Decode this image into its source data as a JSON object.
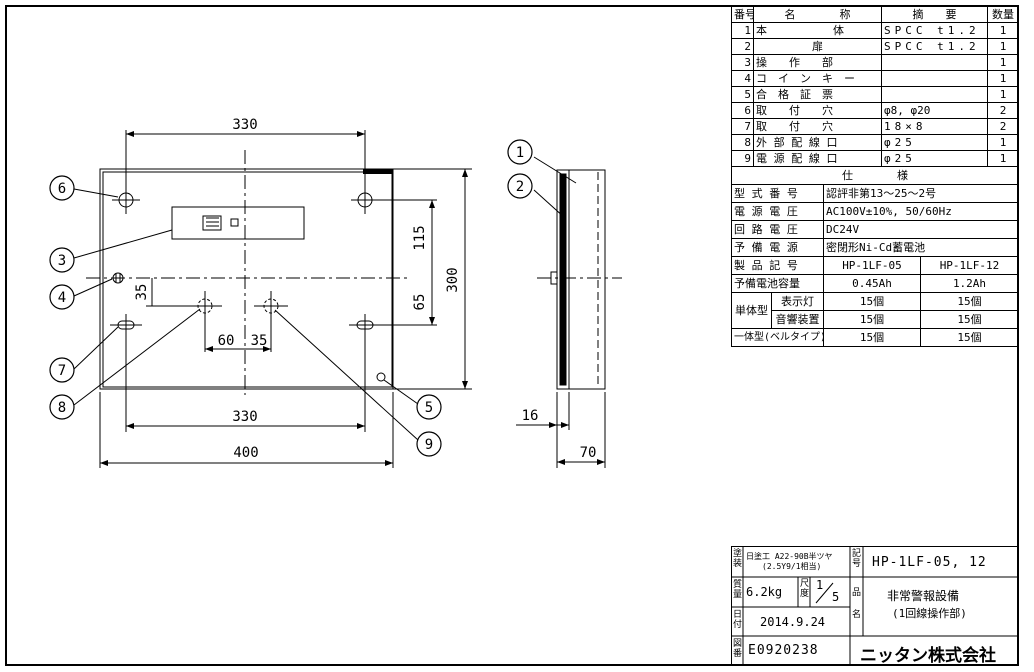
{
  "drawing": {
    "front_view": {
      "dims": {
        "top_width": "330",
        "bottom_width": "330",
        "overall_width": "400",
        "hole_pitch": "60",
        "hole_offset": "35",
        "left_vertical": "35",
        "right_upper": "115",
        "right_lower": "65",
        "height": "300"
      },
      "balloons": [
        "1",
        "2",
        "3",
        "4",
        "5",
        "6",
        "7",
        "8",
        "9"
      ]
    },
    "side_view": {
      "dims": {
        "depth": "70",
        "door": "16"
      }
    }
  },
  "parts_table": {
    "headers": {
      "no": "番号",
      "name": "名　　　　称",
      "spec": "摘　　要",
      "qty": "数量"
    },
    "rows": [
      {
        "no": "1",
        "name": "本　　　　　　体",
        "spec": "SPCC t1.2",
        "qty": "1"
      },
      {
        "no": "2",
        "name": "扉",
        "spec": "SPCC t1.2",
        "qty": "1"
      },
      {
        "no": "3",
        "name": "操　　作　　部",
        "spec": "",
        "qty": "1"
      },
      {
        "no": "4",
        "name": "コ　イ　ン　キ　ー",
        "spec": "",
        "qty": "1"
      },
      {
        "no": "5",
        "name": "合　格　証　票",
        "spec": "",
        "qty": "1"
      },
      {
        "no": "6",
        "name": "取　　付　　穴",
        "spec": "φ8, φ20",
        "qty": "2"
      },
      {
        "no": "7",
        "name": "取　　付　　穴",
        "spec": "18×8",
        "qty": "2"
      },
      {
        "no": "8",
        "name": "外 部 配 線 口",
        "spec": "φ25",
        "qty": "1"
      },
      {
        "no": "9",
        "name": "電 源 配 線 口",
        "spec": "φ25",
        "qty": "1"
      }
    ]
  },
  "spec_table": {
    "header": "仕　　　　様",
    "rows": [
      {
        "label": "型 式 番 号",
        "value": "認評非第13～25～2号"
      },
      {
        "label": "電 源 電 圧",
        "value": "AC100V±10%, 50/60Hz"
      },
      {
        "label": "回 路 電 圧",
        "value": "DC24V"
      },
      {
        "label": "予 備 電 源",
        "value": "密閉形Ni-Cd蓄電池"
      }
    ],
    "product_label": "製 品 記 号",
    "products": [
      "HP-1LF-05",
      "HP-1LF-12"
    ],
    "capacity_label": "予備電池容量",
    "capacity": [
      "0.45Ah",
      "1.2Ah"
    ],
    "single_label": "単体型",
    "lamp_label": "表示灯",
    "sound_label": "音響装置",
    "integrated_label": "一体型(ベルタイプ)",
    "lamp": [
      "15個",
      "15個"
    ],
    "sound": [
      "15個",
      "15個"
    ],
    "integrated": [
      "15個",
      "15個"
    ]
  },
  "title_block": {
    "coating_label": "塗装",
    "coating": "日塗工 A22-90B半ツヤ",
    "coating_sub": "(2.5Y9/1相当)",
    "code_label": "記号",
    "code": "HP-1LF-05, 12",
    "weight_label": "質量",
    "weight": "6.2kg",
    "scale_label": "尺度",
    "scale_num": "1",
    "scale_den": "5",
    "product_name_label": "品名",
    "product_name": "非常警報設備",
    "product_sub": "(1回線操作部)",
    "date_label": "日付",
    "date": "2014.9.24",
    "drawing_no_label": "図番",
    "drawing_no": "E0920238",
    "company": "ニッタン株式会社"
  }
}
